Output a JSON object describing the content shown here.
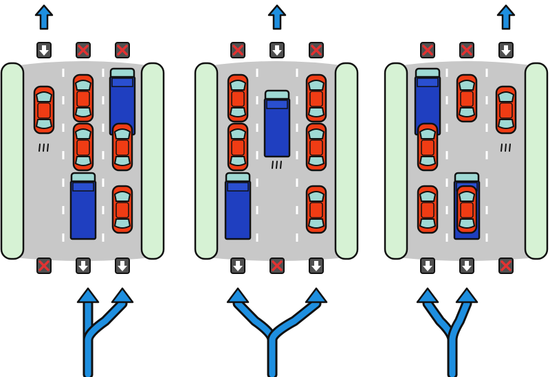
{
  "colors": {
    "road": "#c8c8c8",
    "shoulder": "#d6f2d4",
    "outline": "#111111",
    "arrow": "#1e8fe0",
    "car": "#f03c14",
    "car_glass": "#9fd9d4",
    "truck": "#1f3fc0",
    "truck_cab": "#2a4fd0",
    "lane_closed_x": "#e23232",
    "signal_bg": "#505050",
    "lane_marking": "#ffffff"
  },
  "icons": {
    "open_lane": "down-arrow-icon",
    "closed_lane": "red-x-icon",
    "exit": "up-arrow-icon"
  },
  "panels": [
    {
      "name": "left-lanes-open",
      "top_signals": [
        "open",
        "closed",
        "closed"
      ],
      "bottom_signals": [
        "closed",
        "open",
        "open"
      ],
      "bottom_fork": "right-pair",
      "lanes": [
        [
          {
            "type": "car",
            "moving": true
          }
        ],
        [
          {
            "type": "car"
          },
          {
            "type": "car"
          },
          {
            "type": "truck"
          }
        ],
        [
          {
            "type": "truck"
          },
          {
            "type": "car"
          },
          {
            "type": "car"
          }
        ]
      ]
    },
    {
      "name": "middle-lane-open",
      "top_signals": [
        "closed",
        "open",
        "closed"
      ],
      "bottom_signals": [
        "open",
        "closed",
        "open"
      ],
      "bottom_fork": "outer-pair",
      "lanes": [
        [
          {
            "type": "car"
          },
          {
            "type": "car"
          },
          {
            "type": "truck"
          }
        ],
        [
          {
            "type": "truck",
            "moving": true
          }
        ],
        [
          {
            "type": "car"
          },
          {
            "type": "car"
          },
          {
            "type": "car"
          }
        ]
      ]
    },
    {
      "name": "right-lane-open",
      "top_signals": [
        "closed",
        "closed",
        "open"
      ],
      "bottom_signals": [
        "open",
        "open",
        "closed"
      ],
      "bottom_fork": "left-pair",
      "lanes": [
        [
          {
            "type": "truck"
          },
          {
            "type": "car"
          },
          {
            "type": "car"
          }
        ],
        [
          {
            "type": "car"
          },
          {
            "type": "truck"
          },
          {
            "type": "car"
          }
        ],
        [
          {
            "type": "car",
            "moving": true
          }
        ]
      ]
    }
  ]
}
